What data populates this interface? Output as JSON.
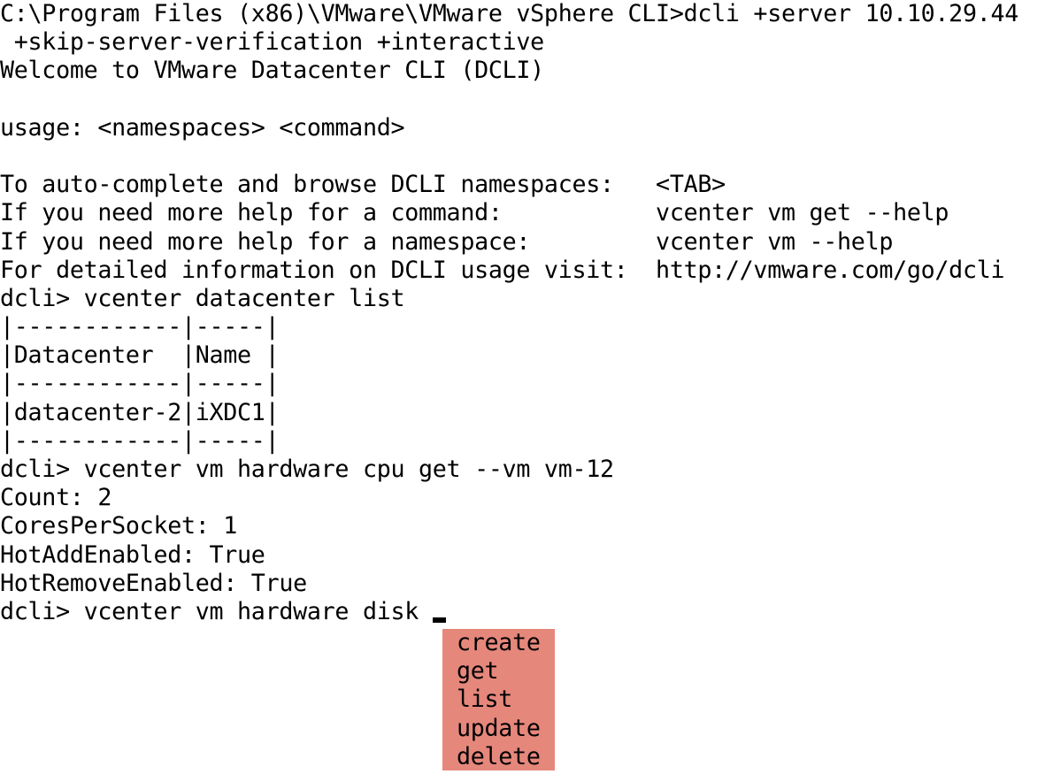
{
  "terminal": {
    "lines": [
      "C:\\Program Files (x86)\\VMware\\VMware vSphere CLI>dcli +server 10.10.29.44",
      " +skip-server-verification +interactive",
      "Welcome to VMware Datacenter CLI (DCLI)",
      "",
      "usage: <namespaces> <command>",
      "",
      "To auto-complete and browse DCLI namespaces:   <TAB>",
      "If you need more help for a command:           vcenter vm get --help",
      "If you need more help for a namespace:         vcenter vm --help",
      "For detailed information on DCLI usage visit:  http://vmware.com/go/dcli",
      "dcli> vcenter datacenter list",
      "|------------|-----|",
      "|Datacenter  |Name |",
      "|------------|-----|",
      "|datacenter-2|iXDC1|",
      "|------------|-----|",
      "dcli> vcenter vm hardware cpu get --vm vm-12",
      "Count: 2",
      "CoresPerSocket: 1",
      "HotAddEnabled: True",
      "HotRemoveEnabled: True"
    ],
    "current_prompt": "dcli> vcenter vm hardware disk "
  },
  "autocomplete": {
    "options": [
      "create",
      "get",
      "list",
      "update",
      "delete"
    ],
    "highlight_color": "#e6877c"
  }
}
